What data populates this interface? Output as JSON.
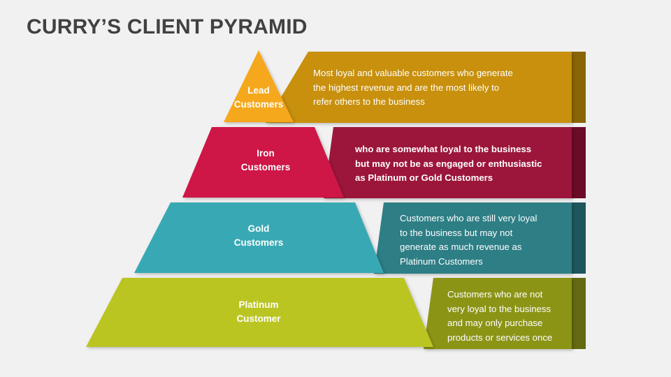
{
  "title": "CURRY’S CLIENT PYRAMID",
  "background_color": "#F1F1F1",
  "title_color": "#414141",
  "chart_data": {
    "type": "pyramid",
    "title": "CURRY’S CLIENT PYRAMID",
    "levels": 4,
    "orientation": "top-narrow",
    "tiers": [
      {
        "rank": 1,
        "label": "Lead\nCustomers",
        "description": "Most loyal and valuable customers who generate\nthe highest revenue and are the most likely to\nrefer others to the business",
        "shape_color": "#F5A81C",
        "banner_color": "#C8900A",
        "banner_shadow_color": "#8A6505",
        "text_color": "#FFFFFF",
        "bold_description": false
      },
      {
        "rank": 2,
        "label": "Iron\nCustomers",
        "description": "who are somewhat loyal to the business\nbut may not be as engaged or enthusiastic\nas Platinum or Gold Customers",
        "shape_color": "#CE1446",
        "banner_color": "#9C123A",
        "banner_shadow_color": "#6B0B27",
        "text_color": "#FFFFFF",
        "bold_description": true
      },
      {
        "rank": 3,
        "label": "Gold\nCustomers",
        "description": "Customers who are still very loyal\nto the business but may not\ngenerate as much revenue as\nPlatinum Customers",
        "shape_color": "#39A9B4",
        "banner_color": "#2E7E85",
        "banner_shadow_color": "#1E565C",
        "text_color": "#FFFFFF",
        "bold_description": false
      },
      {
        "rank": 4,
        "label": "Platinum\nCustomer",
        "description": "Customers who are not\nvery loyal to the business\nand may only purchase\nproducts or services once",
        "shape_color": "#BAC524",
        "banner_color": "#8C9417",
        "banner_shadow_color": "#636A0F",
        "text_color": "#FFFFFF",
        "bold_description": false
      }
    ]
  }
}
